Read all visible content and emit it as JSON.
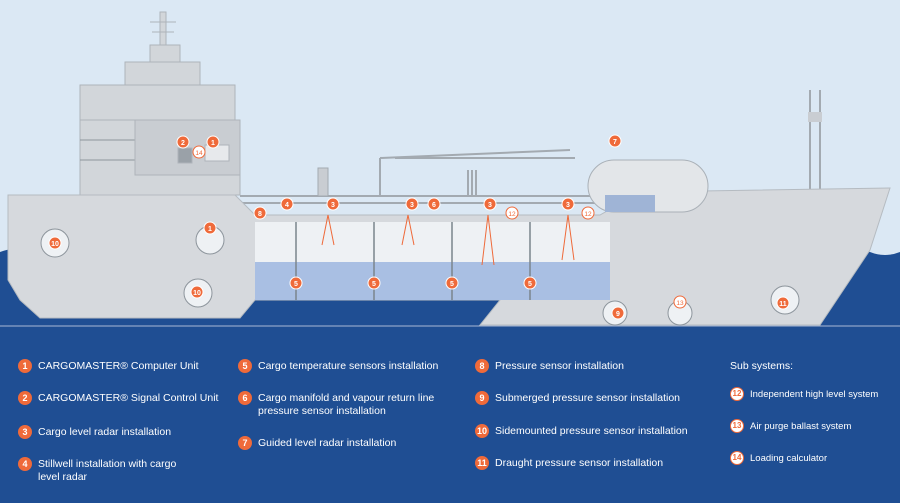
{
  "legend": {
    "items": [
      {
        "num": "1",
        "text": "CARGOMASTER® Computer Unit"
      },
      {
        "num": "2",
        "text": "CARGOMASTER® Signal Control Unit"
      },
      {
        "num": "3",
        "text": "Cargo level radar installation"
      },
      {
        "num": "4",
        "text": "Stillwell installation with cargo\nlevel radar"
      },
      {
        "num": "5",
        "text": "Cargo temperature sensors installation"
      },
      {
        "num": "6",
        "text": "Cargo manifold and vapour return line\npressure sensor installation"
      },
      {
        "num": "7",
        "text": "Guided level radar installation"
      },
      {
        "num": "8",
        "text": "Pressure sensor installation"
      },
      {
        "num": "9",
        "text": "Submerged pressure sensor installation"
      },
      {
        "num": "10",
        "text": "Sidemounted pressure sensor installation"
      },
      {
        "num": "11",
        "text": "Draught pressure sensor installation"
      }
    ],
    "sub_title": "Sub systems:",
    "sub_items": [
      {
        "num": "12",
        "text": "Independent high level system"
      },
      {
        "num": "13",
        "text": "Air purge ballast system"
      },
      {
        "num": "14",
        "text": "Loading calculator"
      }
    ]
  },
  "markers": {
    "m1a": "1",
    "m1b": "1",
    "m2": "2",
    "m14": "14",
    "m10a": "10",
    "m10b": "10",
    "m8": "8",
    "m4": "4",
    "m3a": "3",
    "m3b": "3",
    "m6a": "6",
    "m3c": "3",
    "m3d": "3",
    "m12a": "12",
    "m12b": "12",
    "m7": "7",
    "m5a": "5",
    "m5b": "5",
    "m5c": "5",
    "m5d": "5",
    "m9": "9",
    "m13": "13",
    "m11": "11"
  },
  "colors": {
    "sky": "#dbe8f4",
    "sea": "#1f4e93",
    "hull": "#d6d9dd",
    "cargo": "#a9bfe3",
    "marker": "#ef6a3a"
  }
}
